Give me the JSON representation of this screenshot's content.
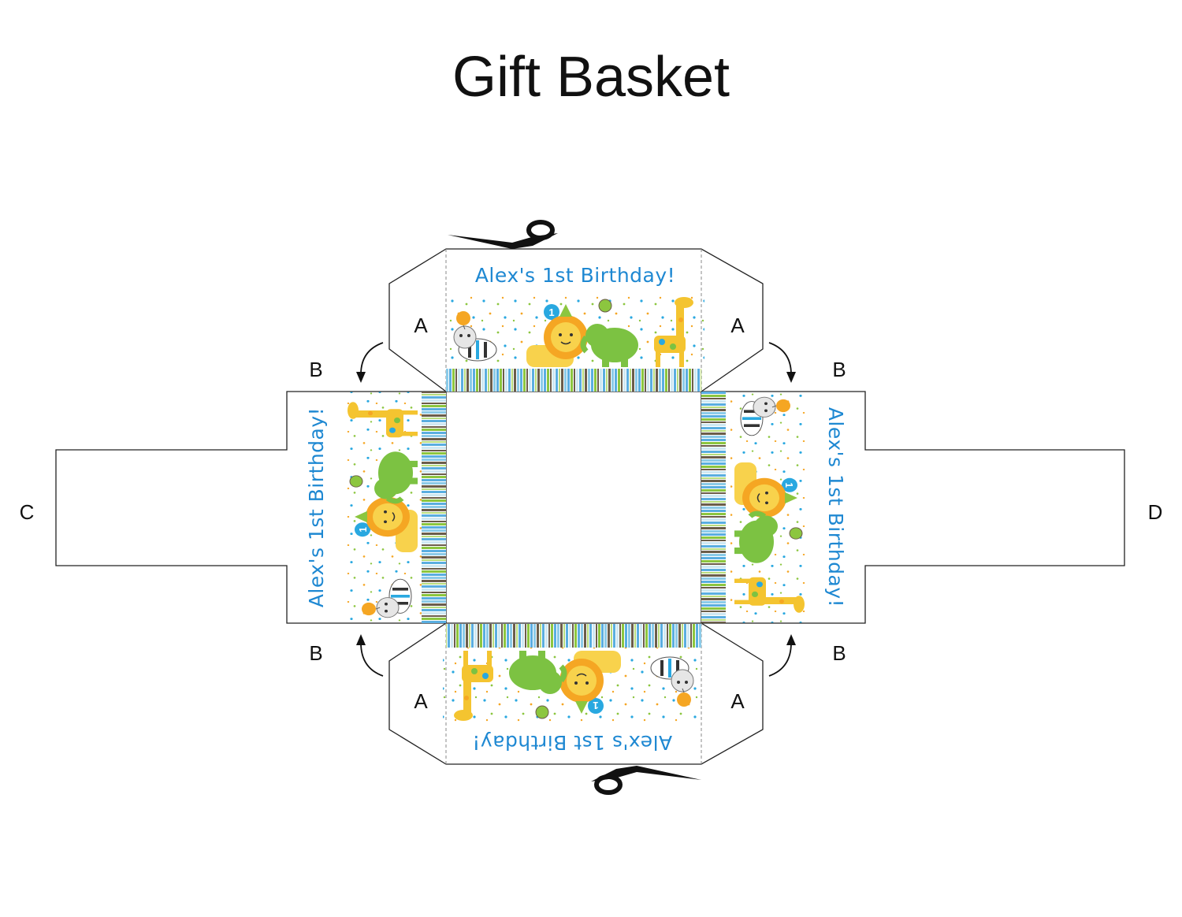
{
  "title": "Gift Basket",
  "banner_text": "Alex's 1st Birthday!",
  "balloon_number": "1",
  "fold_labels": {
    "a": "A",
    "b": "B",
    "c": "C",
    "d": "D"
  },
  "icons": {
    "cut": "scissors-icon",
    "fold": "curved-arrow-icon"
  },
  "colors": {
    "outline": "#222222",
    "banner_text": "#1e88d2",
    "lion": "#f5a623",
    "lion_body": "#f8d24c",
    "elephant": "#7cc242",
    "giraffe": "#f4c430",
    "spots_blue": "#29a8e0",
    "stripe_blue": "#5aaee0",
    "stripe_green": "#8cc63f",
    "stripe_brown": "#6b5d4a",
    "stripe_pale": "#cfe8f2"
  }
}
